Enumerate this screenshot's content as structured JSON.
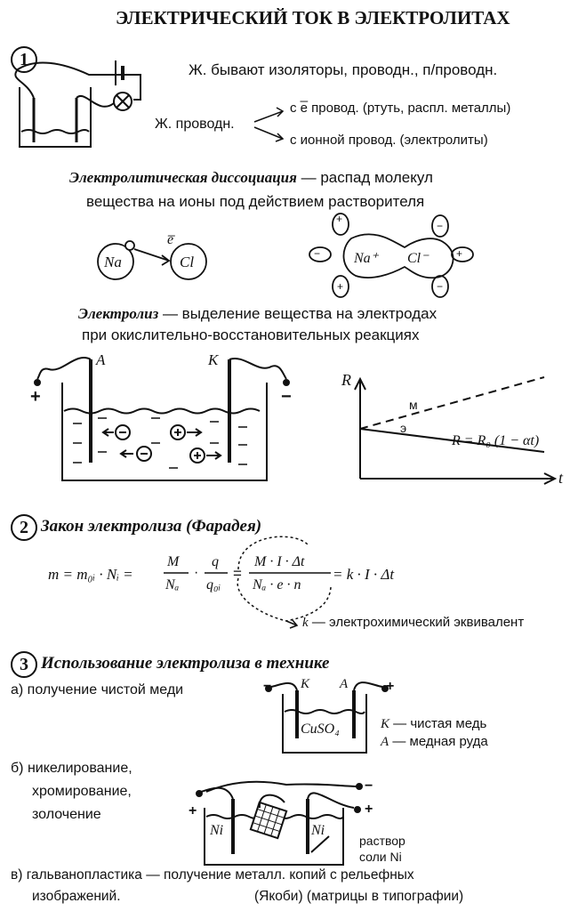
{
  "title": "ЭЛЕКТРИЧЕСКИЙ ТОК В ЭЛЕКТРОЛИТАХ",
  "section1": {
    "number": "1",
    "liquids_types": "Ж. бывают изоляторы, проводн., п/проводн.",
    "liquids_conductors": "Ж. проводн.",
    "electron_cond": "с e̅  провод. (ртуть, распл. металлы)",
    "ionic_cond": "с ионной провод. (электролиты)",
    "dissociation_term": "Электролитическая диссоциация",
    "dissociation_def1": " — распад молекул",
    "dissociation_def2": "вещества на ионы под действием растворителя",
    "na": "Na",
    "cl": "Cl",
    "e_label": "e̅",
    "na_plus": "Na⁺",
    "cl_minus": "Cl⁻",
    "electrolysis_term": "Электролиз",
    "electrolysis_def1": " — выделение вещества на электродах",
    "electrolysis_def2": "при окислительно-восстановительных реакциях",
    "anode": "A",
    "cathode": "K",
    "plus": "+",
    "minus": "−",
    "graph_r": "R",
    "graph_t": "t",
    "graph_m": "м",
    "graph_e": "э",
    "graph_formula": "R = R₀ (1 − αt)"
  },
  "section2": {
    "number": "2",
    "heading": "Закон электролиза (Фарадея)",
    "m_eq": "m = m₀ᵢ · Nᵢ =",
    "frac1_num": "M",
    "frac1_den": "Nₐ",
    "dot1": "·",
    "frac2_num": "q",
    "frac2_den": "q₀ᵢ",
    "eq2": "=",
    "frac3_num": "M · I · Δt",
    "frac3_den": "Nₐ · e · n",
    "tail": "= k · I · Δt",
    "k_label": "k",
    "k_def": " — электрохимический эквивалент"
  },
  "section3": {
    "number": "3",
    "heading": "Использование электролиза в технике",
    "a_item": "а) получение чистой меди",
    "cuso4": "CuSO₄",
    "k_pure": "K",
    "k_pure_def": " — чистая медь",
    "a_ore": "A",
    "a_ore_def": " — медная руда",
    "b_item1": "б) никелирование,",
    "b_item2": "хромирование,",
    "b_item3": "золочение",
    "ni": "Ni",
    "ni_sol1": "раствор",
    "ni_sol2": "соли Ni",
    "v_item1": "в) гальванопластика — получение металл. копий с рельефных",
    "v_item2": "изображений.",
    "v_item3": "(Якоби) (матрицы в типографии)"
  }
}
